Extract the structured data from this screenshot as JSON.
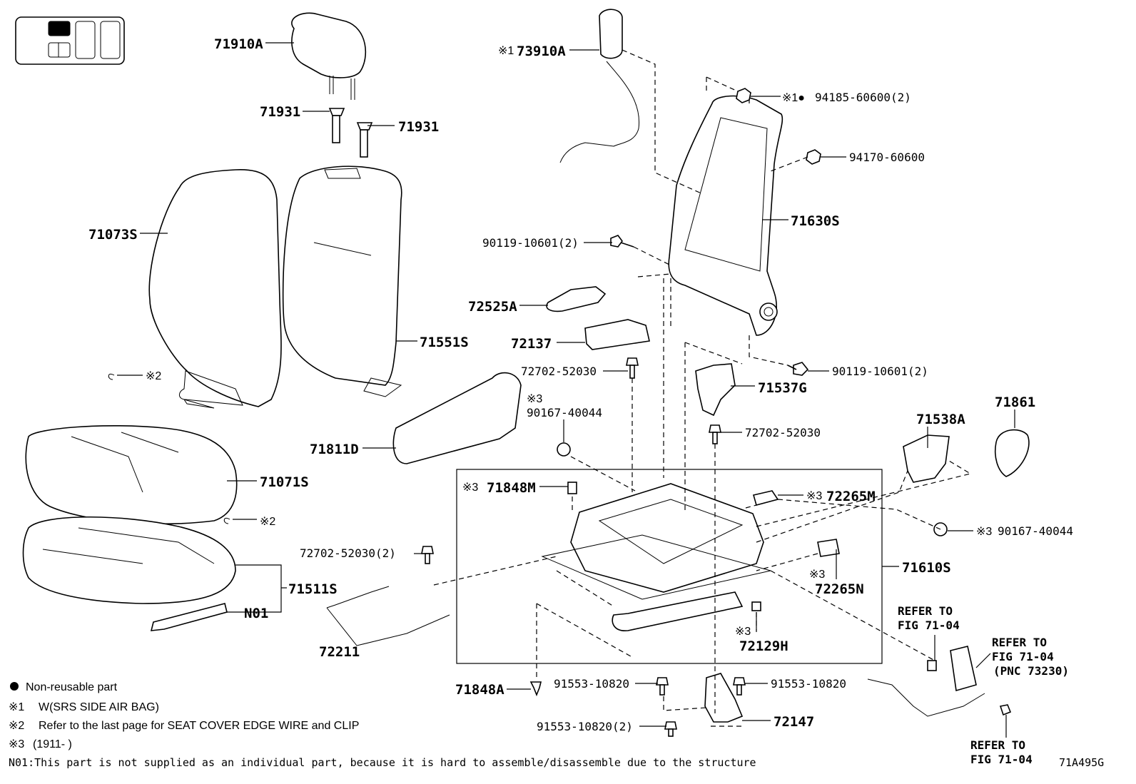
{
  "labels": {
    "p71910A": "71910A",
    "p71931a": "71931",
    "p71931b": "71931",
    "p71073S": "71073S",
    "p71551S": "71551S",
    "note2a": "※2",
    "note2b": "※2",
    "p71071S": "71071S",
    "p71511S": "71511S",
    "pN01": "N01",
    "p72211": "72211",
    "p72702_2": "72702-52030(2)",
    "p71848A": "71848A",
    "p73910A_mark": "※1",
    "p73910A": "73910A",
    "p94185_mark": "※1●",
    "p94185": "94185-60600(2)",
    "p94170": "94170-60600",
    "p71630S": "71630S",
    "p90119a": "90119-10601(2)",
    "p72525A": "72525A",
    "p72137": "72137",
    "p72702a": "72702-52030",
    "p90167a_mark": "※3",
    "p90167a": "90167-40044",
    "p71811D": "71811D",
    "p90119b": "90119-10601(2)",
    "p71537G": "71537G",
    "p72702b": "72702-52030",
    "p71848M_mark": "※3",
    "p71848M": "71848M",
    "p72265M_mark": "※3",
    "p72265M": "72265M",
    "p90167b_mark": "※3",
    "p90167b": "90167-40044",
    "p71610S": "71610S",
    "p72265N_mark": "※3",
    "p72265N": "72265N",
    "p72129H_mark": "※3",
    "p72129H": "72129H",
    "p71538A": "71538A",
    "p71861": "71861",
    "p91553a": "91553-10820",
    "p91553b": "91553-10820",
    "p91553c": "91553-10820(2)",
    "p72147": "72147",
    "ref1a": "REFER TO",
    "ref1b": "FIG 71-04",
    "ref2a": "REFER TO",
    "ref2b": "FIG 71-04",
    "ref2c": "(PNC 73230)",
    "ref3a": "REFER TO",
    "ref3b": "FIG 71-04",
    "code": "71A495G"
  },
  "legend": {
    "nonreusable": "Non-reusable part",
    "n1_mark": "※1",
    "n1": "W(SRS SIDE AIR BAG)",
    "n2_mark": "※2",
    "n2": "Refer to the last page for SEAT COVER EDGE WIRE and CLIP",
    "n3_mark": "※3",
    "n3": "(1911-      )",
    "n01": "N01:This part is not supplied as an individual part, because it is hard to assemble/disassemble due to the structure"
  }
}
